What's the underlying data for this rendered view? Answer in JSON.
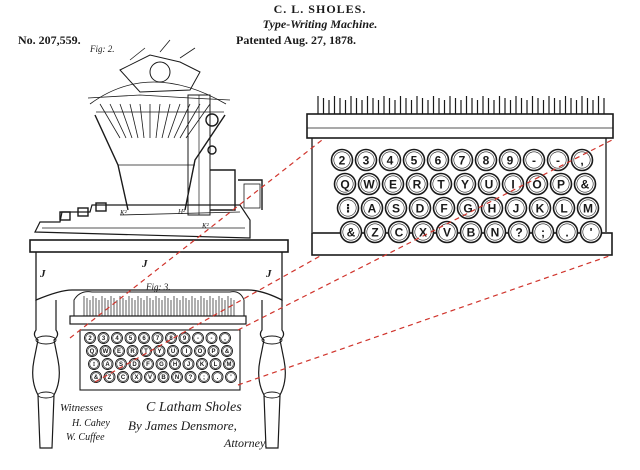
{
  "header": {
    "inventor": "C. L. SHOLES.",
    "title": "Type-Writing Machine.",
    "patent_number": "No. 207,559.",
    "patent_date": "Patented Aug. 27, 1878."
  },
  "figures": {
    "fig2": "Fig: 2.",
    "fig3": "Fig: 3."
  },
  "part_letters": {
    "j_left": "J",
    "j_center": "J",
    "j_right": "J"
  },
  "signatures": {
    "witnesses_label": "Witnesses",
    "witness_1": "H. Cahey",
    "witness_2": "W. Cuffee",
    "inventor_signature": "C Latham Sholes",
    "by_attorney": "By James Densmore,",
    "attorney_label": "Attorney."
  },
  "keyboard": {
    "rows": [
      [
        "2",
        "3",
        "4",
        "5",
        "6",
        "7",
        "8",
        "9",
        "-",
        "-",
        ","
      ],
      [
        "Q",
        "W",
        "E",
        "R",
        "T",
        "Y",
        "U",
        "I",
        "O",
        "P",
        "&"
      ],
      [
        "⁝",
        "A",
        "S",
        "D",
        "F",
        "G",
        "H",
        "J",
        "K",
        "L",
        "M"
      ],
      [
        "&",
        "Z",
        "C",
        "X",
        "V",
        "B",
        "N",
        "?",
        ";",
        ".",
        "'"
      ]
    ]
  },
  "colors": {
    "ink": "#1a1a1a",
    "callout": "#d0342c",
    "paper": "#ffffff"
  }
}
